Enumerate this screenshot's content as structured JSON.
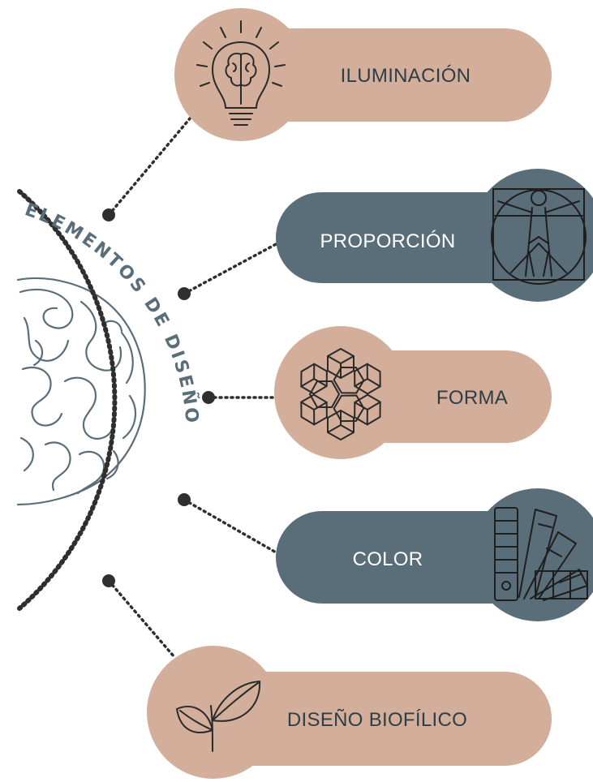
{
  "title": "ELEMENTOS DE DISEÑO",
  "colors": {
    "beige": "#d2ae9b",
    "slate": "#5a6e79",
    "dots": "#2f2f2f",
    "title": "#5a6e79"
  },
  "items": [
    {
      "label": "ILUMINACIÓN",
      "icon": "lightbulb-brain-icon",
      "theme": "beige"
    },
    {
      "label": "PROPORCIÓN",
      "icon": "vitruvian-man-icon",
      "theme": "slate"
    },
    {
      "label": "FORMA",
      "icon": "cube-pattern-icon",
      "theme": "beige"
    },
    {
      "label": "COLOR",
      "icon": "color-swatch-fan-icon",
      "theme": "slate"
    },
    {
      "label": "DISEÑO BIOFÍLICO",
      "icon": "leaf-sprout-icon",
      "theme": "beige"
    }
  ]
}
